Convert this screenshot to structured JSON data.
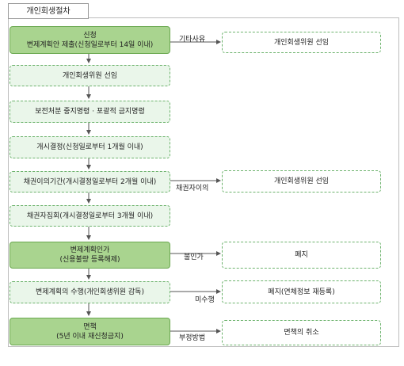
{
  "title": "개인회생절차",
  "steps": [
    {
      "line1": "신청",
      "line2": "변제계획안 제출(신청일로부터 14일 이내)"
    },
    {
      "line1": "개인회생위원 선임"
    },
    {
      "line1": "보전처분 중지명령 · 포괄적 금지명령"
    },
    {
      "line1": "개시결정(신청일로부터 1개월 이내)"
    },
    {
      "line1": "채권이의기간(개시결정일로부터 2개월 이내)"
    },
    {
      "line1": "채권자집회(개시결정일로부터 3개월 이내)"
    },
    {
      "line1": "변제계획인가",
      "line2": "(신용불량 등록해제)"
    },
    {
      "line1": "변제계획의 수행(개인회생위원 감독)"
    },
    {
      "line1": "면책",
      "line2": "(5년 이내 재신청금지)"
    }
  ],
  "branches": [
    {
      "condition": "기타사유",
      "result": "개인회생위원 선임"
    },
    {
      "condition": "채권자이의",
      "result": "개인회생위원 선임"
    },
    {
      "condition": "불인가",
      "result": "폐지"
    },
    {
      "condition": "미수행",
      "result": "폐지(연체정보 재등록)"
    },
    {
      "condition": "부정방법",
      "result": "면책의 취소"
    }
  ]
}
